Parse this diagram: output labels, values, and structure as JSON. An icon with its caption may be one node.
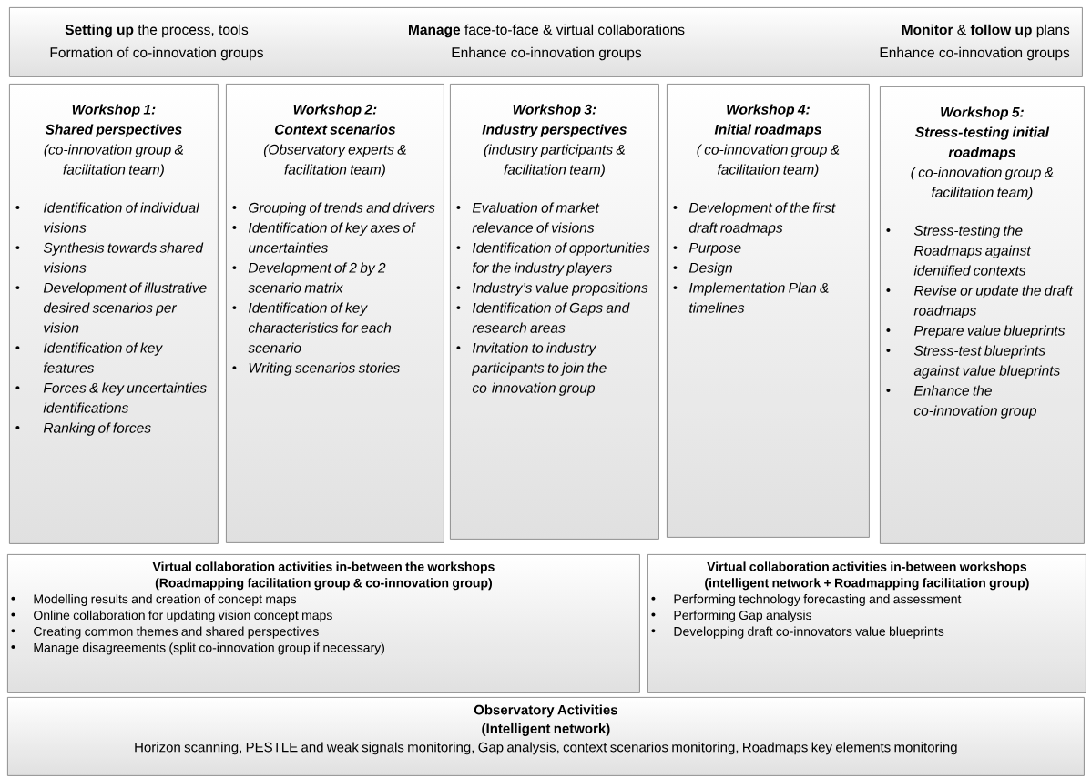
{
  "diagram": {
    "nodes": [
      {
        "text": [
          "**Setting up** the process, tools",
          "Formation of co-innovation groups",
          "**Manage** face-to-face & virtual collaborations",
          "Enhance co-innovation groups",
          "**Monitor** & **follow up** plans",
          "Enhance co-innovation groups"
        ]
      },
      {
        "text": [
          "Workshop 1:",
          "Shared perspectives",
          "(co-innovation group & facilitation team)",
          "Identification of individual visions",
          "Synthesis towards shared visions",
          "Development of illustrative desired scenarios per vision",
          "Identification of key features",
          "Forces & key uncertainties identifications",
          "Ranking of forces"
        ]
      },
      {
        "text": [
          "Workshop 2:",
          "Context scenarios",
          "(Observatory experts  & facilitation team)",
          "Grouping of trends and drivers",
          "Identification of key axes of uncertainties",
          "Development of 2 by 2 scenario matrix",
          "Identification of key characteristics for each scenario",
          "Writing scenarios stories"
        ]
      },
      {
        "text": [
          "Workshop 3:",
          "Industry perspectives",
          "(industry participants & facilitation team)",
          "Evaluation of market relevance of visions",
          "Identification of opportunities for the industry players",
          "Industry’s value propositions",
          "Identification of Gaps and research areas",
          "Invitation to industry participants to join the co-innovation group"
        ]
      },
      {
        "text": [
          "Workshop 4:",
          "Initial roadmaps",
          "( co-innovation group & facilitation team)",
          "Development of the first draft roadmaps",
          "Purpose",
          "Design",
          "Implementation Plan & timelines"
        ]
      },
      {
        "text": [
          "Workshop 5:",
          "Stress-testing initial roadmaps",
          "( co-innovation group & facilitation team)",
          "Stress-testing the Roadmaps against identified contexts",
          "Revise or update the draft roadmaps",
          "Prepare value blueprints",
          "Stress-test blueprints against value blueprints",
          "Enhance the co-innovation group"
        ]
      },
      {
        "text": [
          "Virtual collaboration activities in-between the workshops",
          "(Roadmapping facilitation group & co-innovation group)",
          "Modelling results and creation of concept maps",
          "Online collaboration for updating vision concept maps",
          "Creating common themes and shared perspectives",
          "Manage disagreements (split co-innovation group if necessary)"
        ]
      },
      {
        "text": [
          "Virtual collaboration activities in-between workshops",
          "(intelligent network + Roadmapping facilitation group)",
          "Performing technology forecasting and assessment",
          "Performing Gap analysis",
          "Developping draft co-innovators value blueprints"
        ]
      },
      {
        "text": [
          "Observatory Activities",
          "(Intelligent network)",
          "Horizon scanning, PESTLE and weak signals monitoring, Gap analysis, context scenarios monitoring, Roadmaps key elements monitoring"
        ]
      }
    ]
  }
}
